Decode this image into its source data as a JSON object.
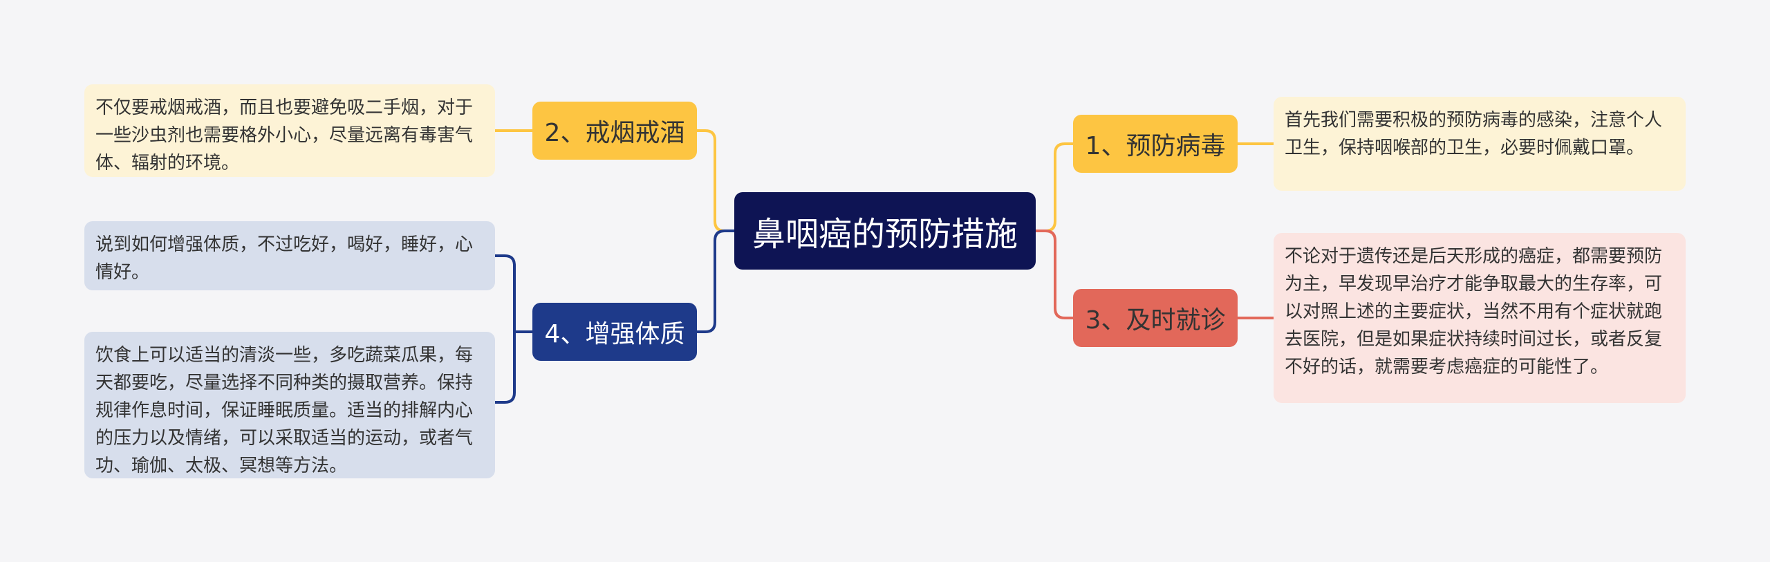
{
  "root": {
    "label": "鼻咽癌的预防措施"
  },
  "branches": [
    {
      "label": "1、预防病毒",
      "color": "#fdc542",
      "leaves": [
        "首先我们需要积极的预防病毒的感染，注意个人卫生，保持咽喉部的卫生，必要时佩戴口罩。"
      ]
    },
    {
      "label": "2、戒烟戒酒",
      "color": "#fdc542",
      "leaves": [
        "不仅要戒烟戒酒，而且也要避免吸二手烟，对于一些沙虫剂也需要格外小心，尽量远离有毒害气体、辐射的环境。"
      ]
    },
    {
      "label": "3、及时就诊",
      "color": "#e2685a",
      "leaves": [
        "不论对于遗传还是后天形成的癌症，都需要预防为主，早发现早治疗才能争取最大的生存率，可以对照上述的主要症状，当然不用有个症状就跑去医院，但是如果症状持续时间过长，或者反复不好的话，就需要考虑癌症的可能性了。"
      ]
    },
    {
      "label": "4、增强体质",
      "color": "#1e3a8a",
      "leaves": [
        "说到如何增强体质，不过吃好，喝好，睡好，心情好。",
        "饮食上可以适当的清淡一些，多吃蔬菜瓜果，每天都要吃，尽量选择不同种类的摄取营养。保持规律作息时间，保证睡眠质量。适当的排解内心的压力以及情绪，可以采取适当的运动，或者气功、瑜伽、太极、冥想等方法。"
      ]
    }
  ]
}
